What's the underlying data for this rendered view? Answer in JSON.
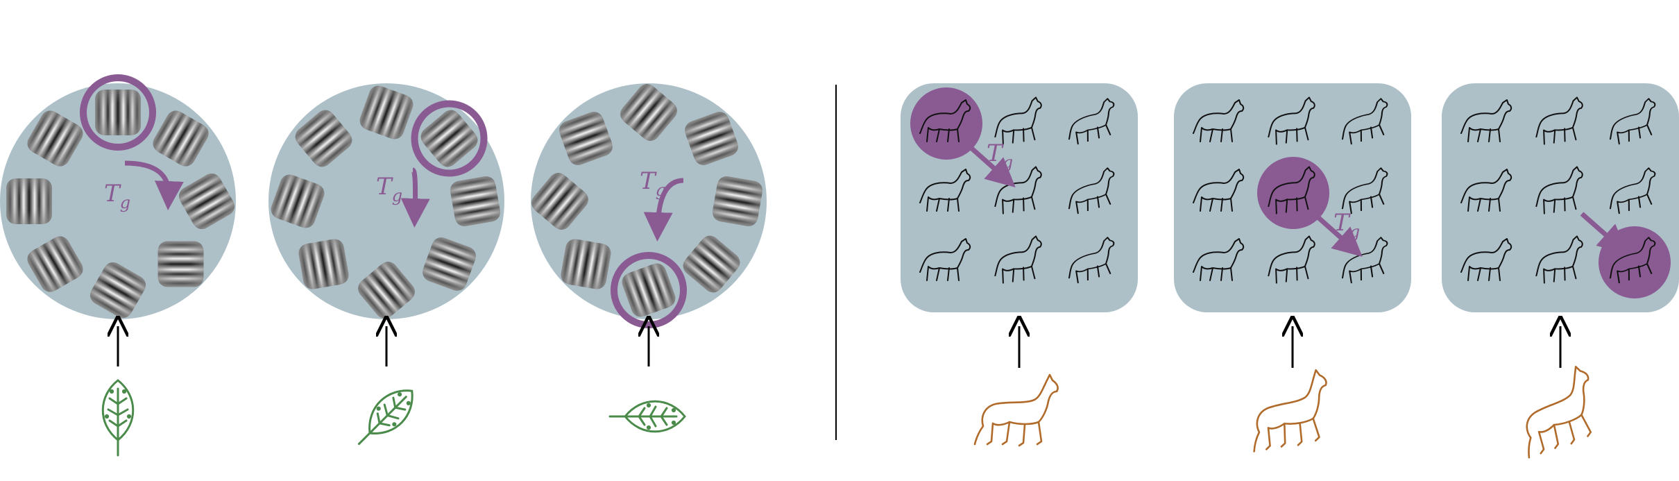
{
  "colors": {
    "panel_fill": "#adc0c8",
    "highlight": "#8a5a93",
    "arrow": "#000000",
    "leaf": "#4a8a4a",
    "horse_brown": "#b06a2a",
    "divider": "#000000"
  },
  "transform_label": {
    "symbol": "T",
    "subscript": "g"
  },
  "left_group": {
    "panels": [
      {
        "highlighted_angle": 0,
        "input_icon": "leaf-icon"
      },
      {
        "highlighted_angle": 60,
        "input_icon": "leaf-icon"
      },
      {
        "highlighted_angle": 90,
        "input_icon": "leaf-icon"
      }
    ],
    "filter_orientations_deg": [
      0,
      45,
      60,
      90,
      120,
      135,
      180,
      225
    ],
    "leaf_rotations_deg": [
      0,
      45,
      90
    ]
  },
  "right_group": {
    "panels": [
      {
        "highlighted_cell": 0,
        "input_icon": "horse-icon"
      },
      {
        "highlighted_cell": 4,
        "input_icon": "horse-icon"
      },
      {
        "highlighted_cell": 8,
        "input_icon": "horse-icon"
      }
    ],
    "grid_rows": 3,
    "grid_cols": 3
  }
}
